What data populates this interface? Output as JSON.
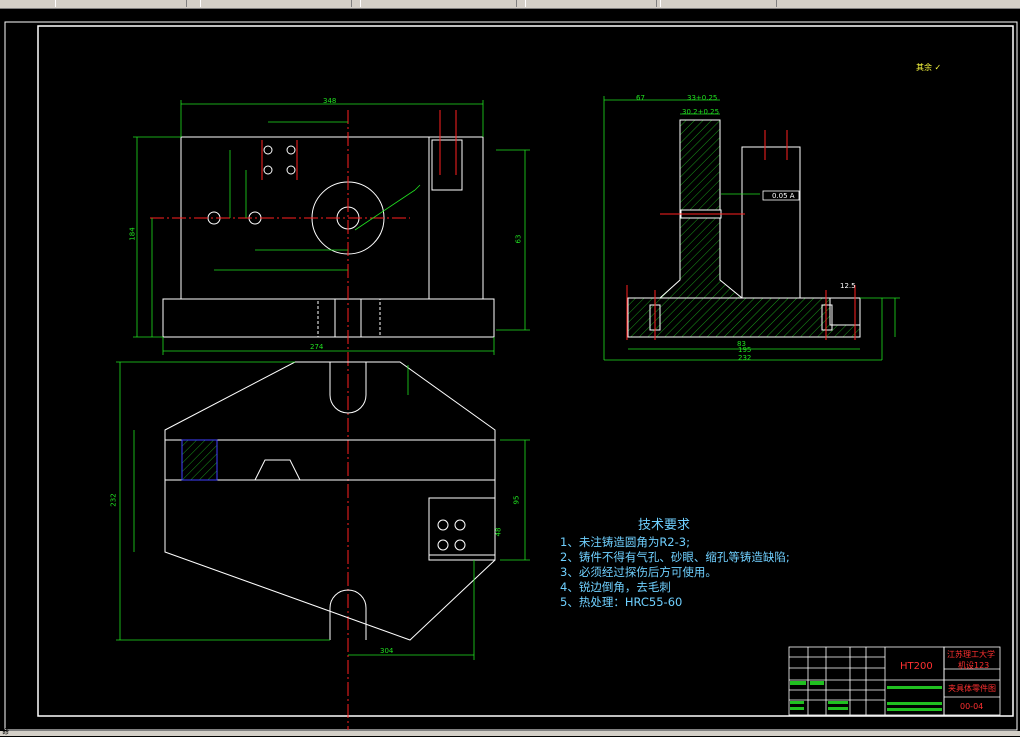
{
  "app": {
    "status_text": "命"
  },
  "drawing": {
    "roughness_note": "其余",
    "dims": {
      "front_width_top": "348",
      "front_base_width": "274",
      "front_height_left": "184",
      "front_height_right": "63",
      "side_top_1": "67",
      "side_top_2": "33+0.25",
      "side_top_3": "30.2+0.25",
      "side_base_1": "195",
      "side_base_2": "232",
      "side_base_3": "83",
      "side_rough": "12.5",
      "tolerance_frame": "0.05 A",
      "plan_width_bottom": "304",
      "plan_height_left": "232",
      "plan_dim_right": "95",
      "plan_dim_right2": "48"
    }
  },
  "tech_requirements": {
    "title": "技术要求",
    "items": [
      "1、未注铸造圆角为R2-3;",
      "2、铸件不得有气孔、砂眼、缩孔等铸造缺陷;",
      "3、必须经过探伤后方可使用。",
      "4、锐边倒角，去毛刺",
      "5、热处理：HRC55-60"
    ]
  },
  "title_block": {
    "material": "HT200",
    "school": "江苏理工大学",
    "class": "机设123",
    "drawing_name": "夹具体零件图",
    "drawing_no": "00-04"
  },
  "colors": {
    "outline": "#ffffff",
    "center_line": "#ff2020",
    "dimension": "#20e020",
    "text_cyan": "#6fd0ff",
    "hatch": "#20c020"
  }
}
